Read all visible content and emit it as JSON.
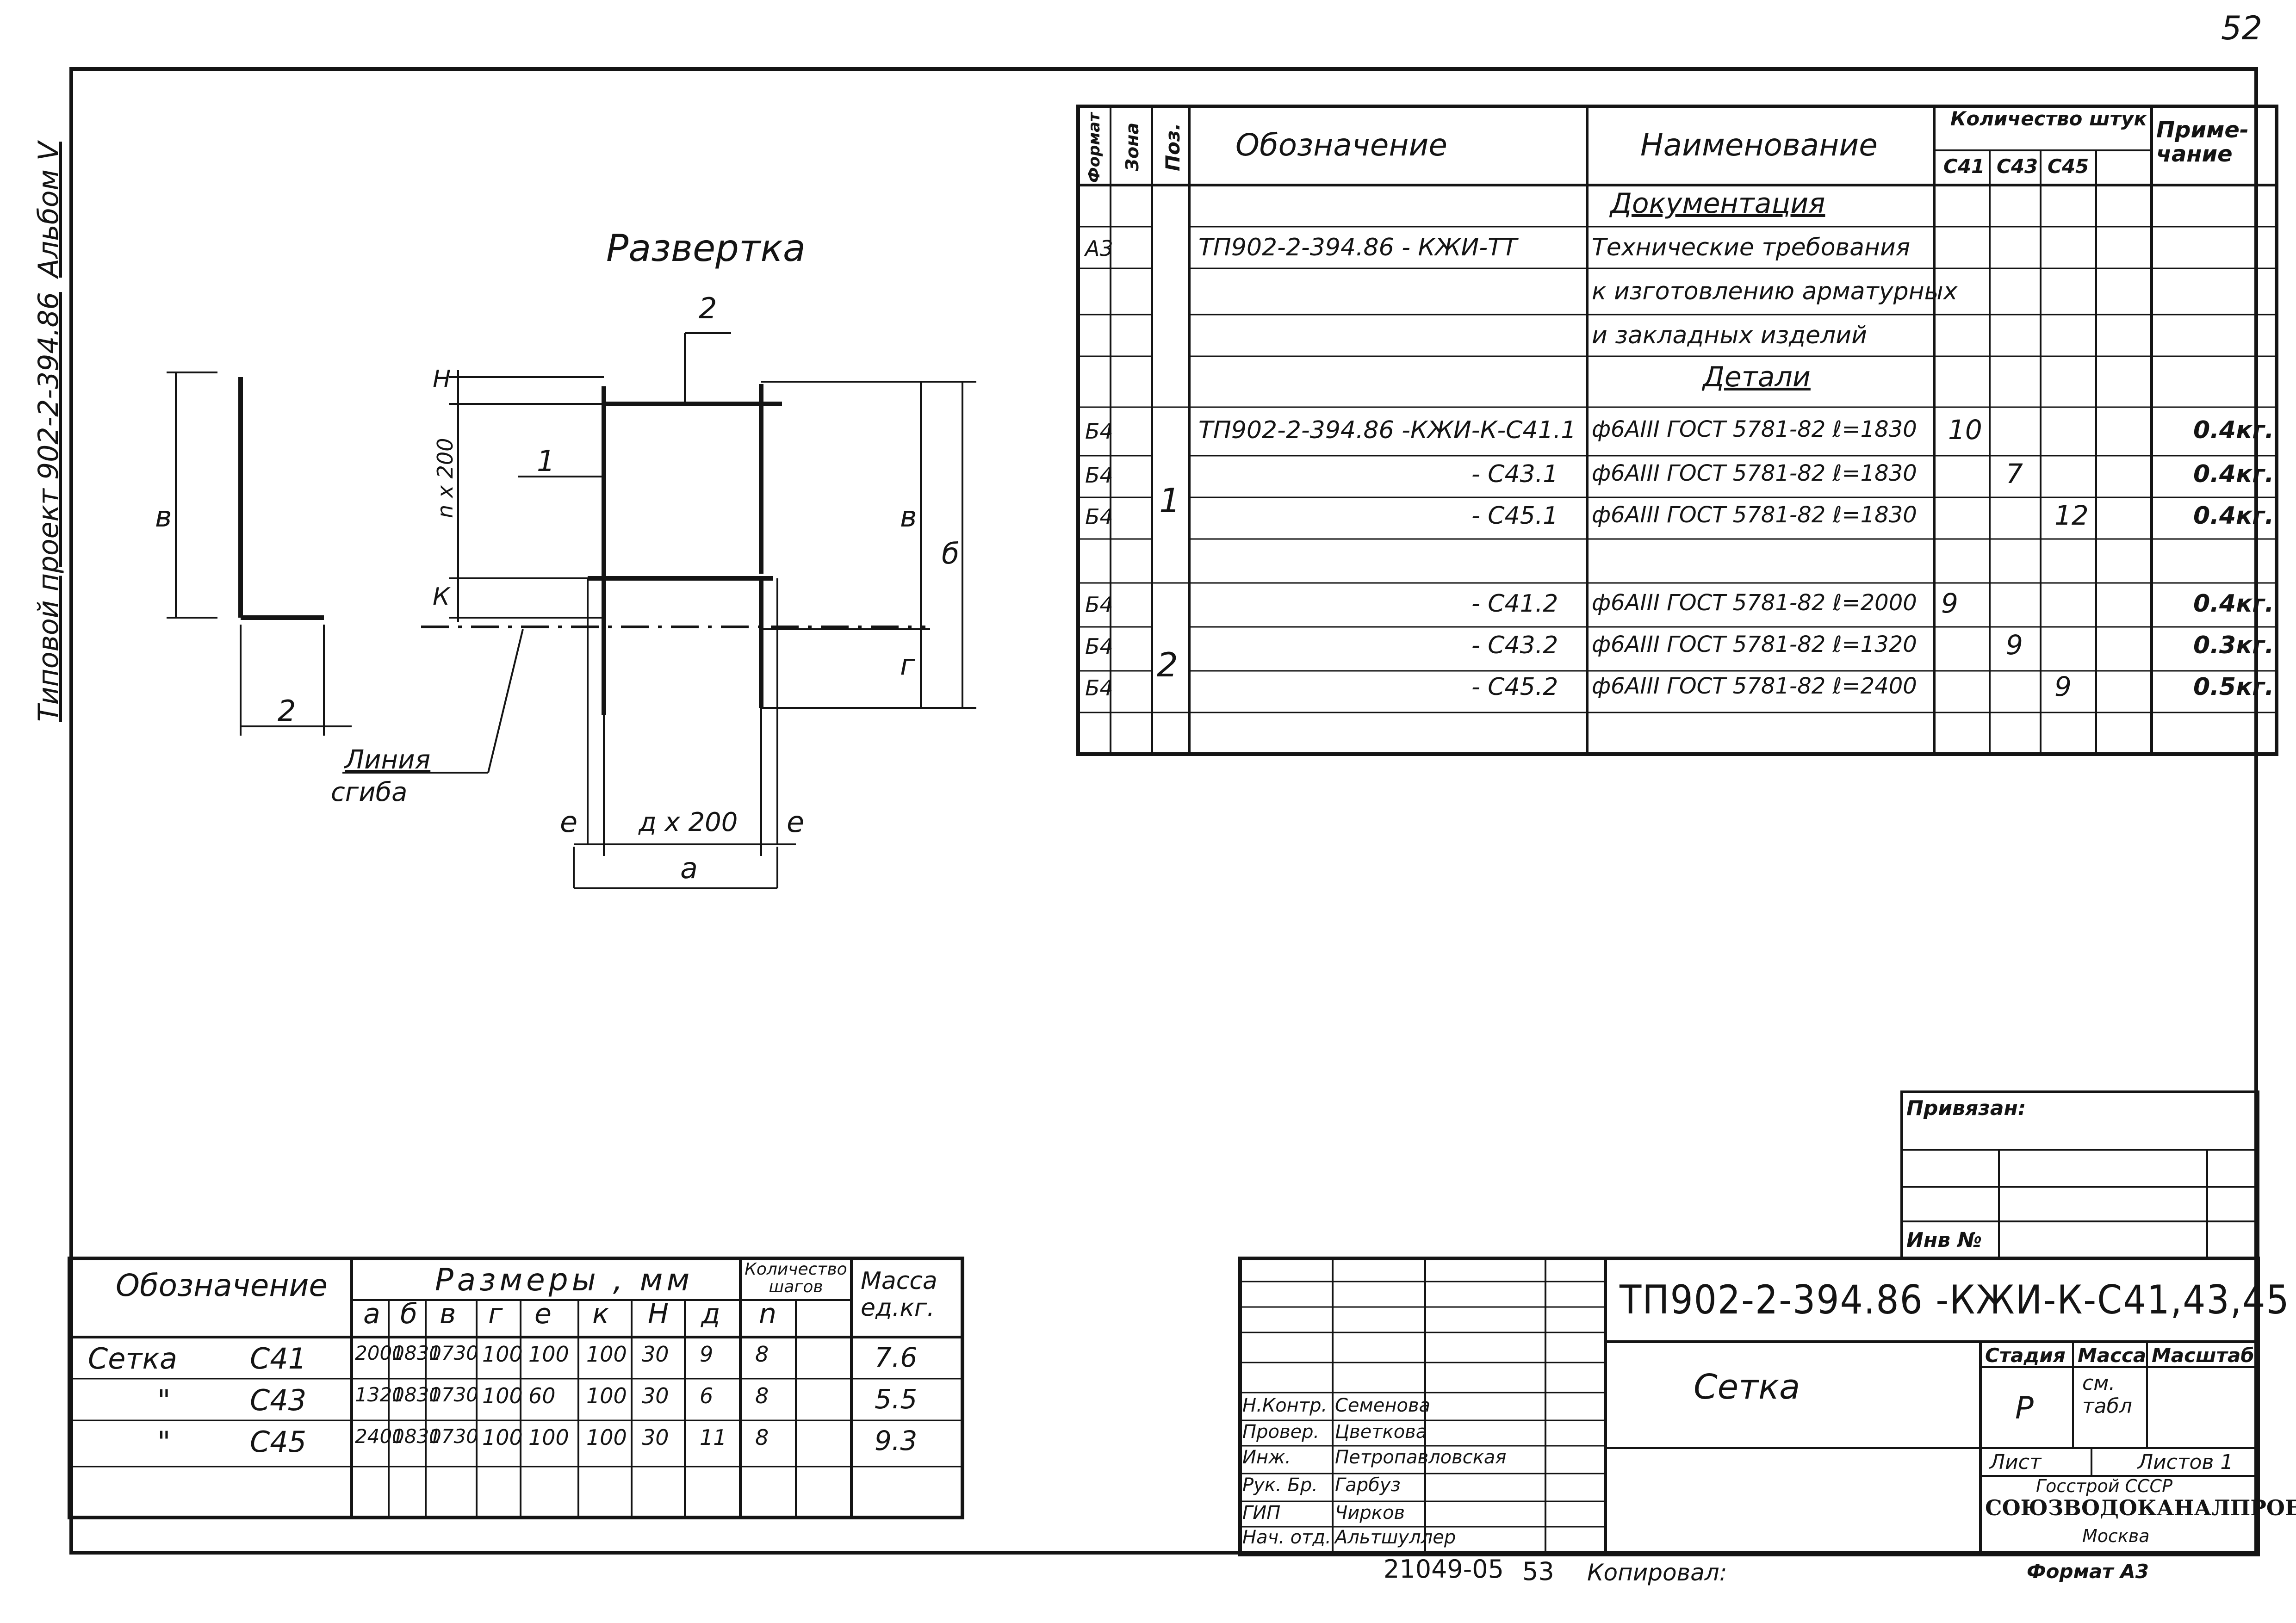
{
  "page_number": "52",
  "side_title": "Типовой проект 902-2-394.86",
  "side_album": "Альбом V",
  "drawing": {
    "title": "Развертка",
    "pos_1": "1",
    "pos_2_top": "2",
    "pos_2_left": "2",
    "dim_v_left": "в",
    "dim_H": "Н",
    "dim_n200": "n x 200",
    "dim_K": "К",
    "dim_v_right": "в",
    "dim_b": "б",
    "dim_g": "г",
    "dim_e_left": "е",
    "dim_d200": "д x 200",
    "dim_e_right": "е",
    "dim_a": "а",
    "bend_line_1": "Линия",
    "bend_line_2": "сгиба"
  },
  "spec": {
    "headers": {
      "format": "Формат",
      "zone": "Зона",
      "pos": "Поз.",
      "designation": "Обозначение",
      "name": "Наименование",
      "qty_top": "Количество штук",
      "qty_c41": "С41",
      "qty_c43": "С43",
      "qty_c45": "С45",
      "note": "Приме- чание"
    },
    "rows": [
      {
        "format": "",
        "pos": "",
        "designation": "",
        "name": "Документация",
        "c41": "",
        "c43": "",
        "c45": "",
        "note": ""
      },
      {
        "format": "А3",
        "pos": "",
        "designation": "ТП902-2-394.86 - КЖИ-ТТ",
        "name": "Технические требования",
        "c41": "",
        "c43": "",
        "c45": "",
        "note": ""
      },
      {
        "format": "",
        "pos": "",
        "designation": "",
        "name": "к изготовлению арматурных",
        "c41": "",
        "c43": "",
        "c45": "",
        "note": ""
      },
      {
        "format": "",
        "pos": "",
        "designation": "",
        "name": "и закладных изделий",
        "c41": "",
        "c43": "",
        "c45": "",
        "note": ""
      },
      {
        "format": "",
        "pos": "",
        "designation": "",
        "name": "Детали",
        "c41": "",
        "c43": "",
        "c45": "",
        "note": ""
      },
      {
        "format": "Б4",
        "pos": "",
        "designation": "ТП902-2-394.86 -КЖИ-К-С41.1",
        "name": "ф6АIII ГОСТ 5781-82 ℓ=1830",
        "c41": "10",
        "c43": "",
        "c45": "",
        "note": "0.4кг."
      },
      {
        "format": "Б4",
        "pos": "1",
        "designation": "- С43.1",
        "name": "ф6АIII ГОСТ 5781-82 ℓ=1830",
        "c41": "",
        "c43": "7",
        "c45": "",
        "note": "0.4кг."
      },
      {
        "format": "Б4",
        "pos": "",
        "designation": "- С45.1",
        "name": "ф6АIII ГОСТ 5781-82 ℓ=1830",
        "c41": "",
        "c43": "",
        "c45": "12",
        "note": "0.4кг."
      },
      {
        "format": "",
        "pos": "",
        "designation": "",
        "name": "",
        "c41": "",
        "c43": "",
        "c45": "",
        "note": ""
      },
      {
        "format": "Б4",
        "pos": "",
        "designation": "- С41.2",
        "name": "ф6АIII ГОСТ 5781-82 ℓ=2000",
        "c41": "9",
        "c43": "",
        "c45": "",
        "note": "0.4кг."
      },
      {
        "format": "Б4",
        "pos": "2",
        "designation": "- С43.2",
        "name": "ф6АIII ГОСТ 5781-82 ℓ=1320",
        "c41": "",
        "c43": "9",
        "c45": "",
        "note": "0.3кг."
      },
      {
        "format": "Б4",
        "pos": "",
        "designation": "- С45.2",
        "name": "ф6АIII ГОСТ 5781-82 ℓ=2400",
        "c41": "",
        "c43": "",
        "c45": "9",
        "note": "0.5кг."
      },
      {
        "format": "",
        "pos": "",
        "designation": "",
        "name": "",
        "c41": "",
        "c43": "",
        "c45": "",
        "note": ""
      }
    ]
  },
  "sizes": {
    "header_designation": "Обозначение",
    "header_sizes": "Размеры , мм",
    "header_steps": "Количество шагов",
    "header_mass": "Масса ед.кг.",
    "cols": [
      "а",
      "б",
      "в",
      "г",
      "е",
      "к",
      "Н",
      "д",
      "n"
    ],
    "rows": [
      {
        "name": "Сетка",
        "mark": "С41",
        "vals": [
          "2000",
          "1830",
          "1730",
          "100",
          "100",
          "100",
          "30",
          "9",
          "8"
        ],
        "mass": "7.6"
      },
      {
        "name": "\"",
        "mark": "С43",
        "vals": [
          "1320",
          "1830",
          "1730",
          "100",
          "60",
          "100",
          "30",
          "6",
          "8"
        ],
        "mass": "5.5"
      },
      {
        "name": "\"",
        "mark": "С45",
        "vals": [
          "2400",
          "1830",
          "1730",
          "100",
          "100",
          "100",
          "30",
          "11",
          "8"
        ],
        "mass": "9.3"
      }
    ]
  },
  "attached": {
    "label": "Привязан:",
    "inv_label": "Инв №"
  },
  "stamp": {
    "code": "ТП902-2-394.86 -КЖИ-К-С41,43,45",
    "title": "Сетка",
    "stage_label": "Стадия",
    "mass_label": "Масса",
    "scale_label": "Масштаб",
    "stage": "Р",
    "mass": "см. табл",
    "sheet_label": "Лист",
    "sheets_label": "Листов 1",
    "org_1": "Госстрой СССР",
    "org_2": "СОЮЗВОДОКАНАЛПРОЕКТ",
    "org_3": "Москва",
    "staff": [
      {
        "role": "Н.Контр.",
        "name": "Семенова"
      },
      {
        "role": "Провер.",
        "name": "Цветкова"
      },
      {
        "role": "Инж.",
        "name": "Петропавловская"
      },
      {
        "role": "Рук. Бр.",
        "name": "Гарбуз"
      },
      {
        "role": "ГИП",
        "name": "Чирков"
      },
      {
        "role": "Нач. отд.",
        "name": "Альтшуллер"
      }
    ]
  },
  "footer": {
    "number": "21049-05",
    "page": "53",
    "copied": "Копировал:",
    "format": "Формат А3"
  }
}
